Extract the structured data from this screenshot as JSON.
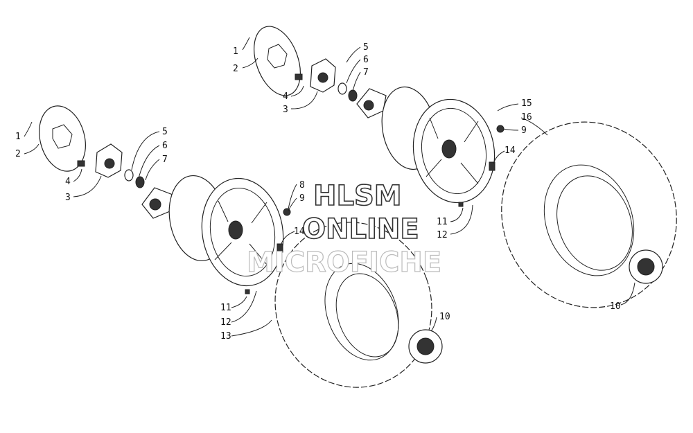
{
  "watermark": {
    "line1": "HLSM",
    "line2": "ONLINE",
    "line3": "MICROFICHE"
  },
  "callouts": {
    "a1": "1",
    "a2": "2",
    "a3": "3",
    "a4": "4",
    "a5": "5",
    "a6": "6",
    "a7": "7",
    "b1": "1",
    "b2": "2",
    "b3": "3",
    "b4": "4",
    "b5": "5",
    "b6": "6",
    "b7": "7",
    "c8": "8",
    "c9": "9",
    "c14": "14",
    "c11": "11",
    "c12": "12",
    "c13": "13",
    "c10": "10",
    "d15": "15",
    "d16": "16",
    "d9": "9",
    "d14": "14",
    "d11": "11",
    "d12": "12",
    "d10": "10"
  }
}
